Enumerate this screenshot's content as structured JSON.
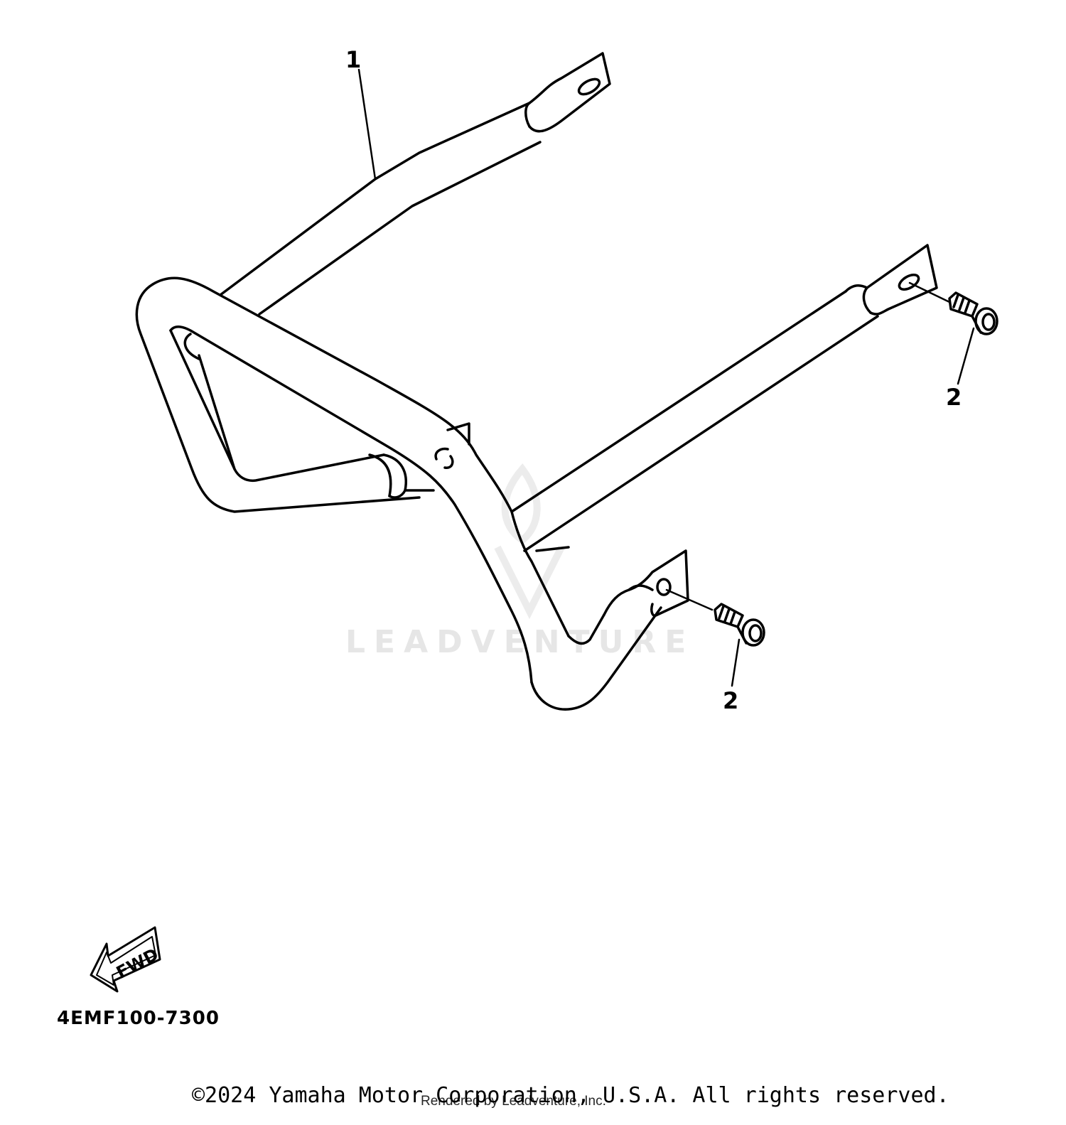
{
  "diagram": {
    "callouts": [
      {
        "id": "1",
        "label": "1"
      },
      {
        "id": "2a",
        "label": "2"
      },
      {
        "id": "2b",
        "label": "2"
      }
    ],
    "fwd_arrow": {
      "label": "FWD"
    },
    "diagram_code": "4EMF100-7300",
    "watermark": "LEADVENTURE"
  },
  "footer": {
    "copyright": "©2024 Yamaha Motor Corporation, U.S.A. All rights reserved.",
    "rendered_by": "Rendered by Leadventure, Inc."
  }
}
